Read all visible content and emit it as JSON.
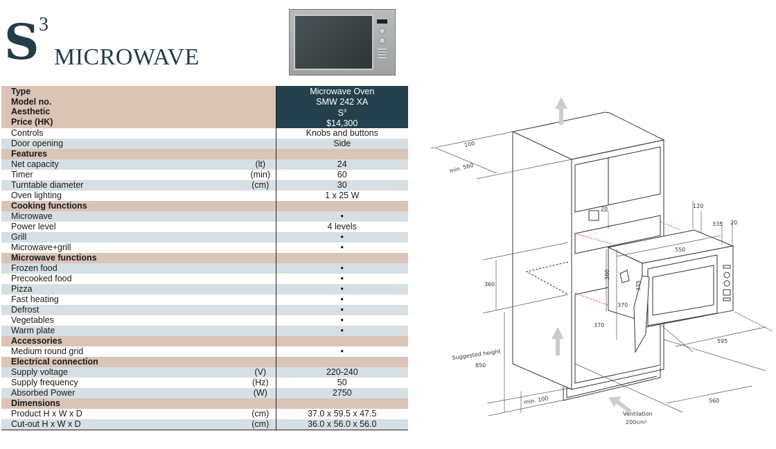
{
  "header": {
    "logo_letter": "S",
    "logo_sup": "3",
    "title": "MICROWAVE"
  },
  "spec_table": {
    "top_labels": [
      "Type",
      "Model no.",
      "Aesthetic",
      "Price (HK)"
    ],
    "top_values": [
      "Microwave Oven",
      "SMW 242 XA",
      "S",
      "$14,300"
    ],
    "aesthetic_sup": "3",
    "rows": [
      {
        "label": "Controls",
        "unit": "",
        "value": "Knobs and buttons",
        "style": "plain"
      },
      {
        "label": "Door opening",
        "unit": "",
        "value": "Side",
        "style": "alt"
      },
      {
        "label": "Features",
        "unit": "",
        "value": "",
        "style": "hdr"
      },
      {
        "label": "Net capacity",
        "unit": "(lt)",
        "value": "24",
        "style": "alt"
      },
      {
        "label": "Timer",
        "unit": "(min)",
        "value": "60",
        "style": "plain"
      },
      {
        "label": "Turntable diameter",
        "unit": "(cm)",
        "value": "30",
        "style": "alt"
      },
      {
        "label": "Oven lighting",
        "unit": "",
        "value": "1 x 25 W",
        "style": "plain"
      },
      {
        "label": "Cooking functions",
        "unit": "",
        "value": "",
        "style": "hdr"
      },
      {
        "label": "Microwave",
        "unit": "",
        "value": "•",
        "style": "alt"
      },
      {
        "label": "Power level",
        "unit": "",
        "value": "4 levels",
        "style": "plain"
      },
      {
        "label": "Grill",
        "unit": "",
        "value": "•",
        "style": "alt"
      },
      {
        "label": "Microwave+grill",
        "unit": "",
        "value": "•",
        "style": "plain"
      },
      {
        "label": "Microwave functions",
        "unit": "",
        "value": "",
        "style": "hdr"
      },
      {
        "label": "Frozen food",
        "unit": "",
        "value": "•",
        "style": "alt"
      },
      {
        "label": "Precooked food",
        "unit": "",
        "value": "•",
        "style": "plain"
      },
      {
        "label": "Pizza",
        "unit": "",
        "value": "•",
        "style": "alt"
      },
      {
        "label": "Fast heating",
        "unit": "",
        "value": "•",
        "style": "plain"
      },
      {
        "label": "Defrost",
        "unit": "",
        "value": "•",
        "style": "alt"
      },
      {
        "label": "Vegetables",
        "unit": "",
        "value": "•",
        "style": "plain"
      },
      {
        "label": "Warm plate",
        "unit": "",
        "value": "•",
        "style": "alt"
      },
      {
        "label": "Accessories",
        "unit": "",
        "value": "",
        "style": "hdr"
      },
      {
        "label": "Medium round grid",
        "unit": "",
        "value": "•",
        "style": "plain"
      },
      {
        "label": "Electrical connection",
        "unit": "",
        "value": "",
        "style": "hdr"
      },
      {
        "label": "Supply voltage",
        "unit": "(V)",
        "value": "220-240",
        "style": "alt"
      },
      {
        "label": "Supply frequency",
        "unit": "(Hz)",
        "value": "50",
        "style": "plain"
      },
      {
        "label": "Absorbed Power",
        "unit": "(W)",
        "value": "2750",
        "style": "alt"
      },
      {
        "label": "Dimensions",
        "unit": "",
        "value": "",
        "style": "hdr"
      },
      {
        "label": "Product H x W x D",
        "unit": "(cm)",
        "value": "37.0 x 59.5 x 47.5",
        "style": "plain"
      },
      {
        "label": "Cut-out H x W x D",
        "unit": "(cm)",
        "value": "36.0 x 56.0 x 56.0",
        "style": "alt"
      }
    ]
  },
  "diagram": {
    "dim_100_top": "100",
    "dim_min560": "min. 560",
    "dim_20_socket": "20",
    "dim_120": "120",
    "dim_335_top": "335",
    "dim_20_right": "20",
    "dim_550": "550",
    "dim_360_left": "360",
    "dim_360_vert": "360",
    "dim_335_vert": "335",
    "dim_370_a": "370",
    "dim_370_b": "370",
    "dim_595": "595",
    "suggested_height": "Suggested height",
    "suggested_height_value": "850",
    "dim_min100": "min. 100",
    "dim_560_bottom": "560",
    "ventilation": "Ventilation",
    "ventilation_area": "200cm²"
  }
}
